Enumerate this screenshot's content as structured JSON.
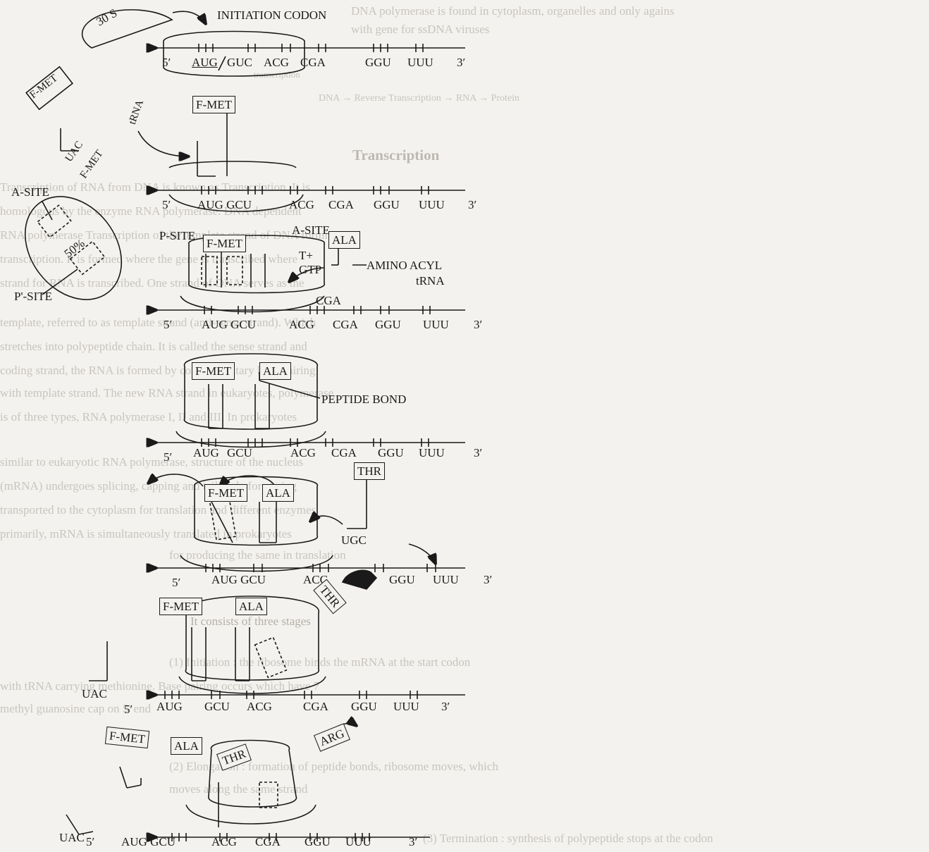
{
  "background_text": {
    "lines": [
      "DNA polymerase is found in cytoplasm, organelles and only agains",
      "with gene for ssDNA viruses",
      "transcription",
      "DNA → Reverse Transcription → RNA → Protein"
    ],
    "heading": "Transcription",
    "paragraph": [
      "Transcription of RNA from DNA is known as Transcription. It is",
      "homologous by the enzyme RNA polymerase. DNA dependent",
      "RNA polymerase Transcription of the template strand of DNA forming",
      "transcription. It is formed where the gene is transcribed where",
      "strand for RNA is transcribed. One strand of DNA serves as the",
      "template, referred to as template strand (anti-sense strand). Which",
      "stretches into polypeptide chain. It is called the sense strand and",
      "coding strand, the RNA is formed by complementary base pairing",
      "with template strand. The new RNA strand in eukaryotes, polymerase",
      "is of three types, RNA polymerase I, II and III. In prokaryotes",
      "similar to eukaryotic RNA polymerase, structure of the nucleus",
      "(mRNA) undergoes splicing, capping and tailing before being",
      "transported to the cytoplasm for translation and different enzymes",
      "primarily, mRNA is simultaneously translated in prokaryotes",
      "for producing the same in translation"
    ],
    "items": [
      "It consists of three stages",
      "(1) Initiation : the ribosome binds the mRNA at the start codon",
      "with tRNA carrying methionine. Base pairing occurs which have 7",
      "methyl guanosine cap on 5' end",
      "(2) Elongation : formation of peptide bonds, ribosome moves, which",
      "moves along the same strand",
      "(3) Termination : synthesis of polypeptide stops at the codon"
    ]
  },
  "labels": {
    "ribosome_30s": "30 S",
    "initiation_codon": "INITIATION  CODON",
    "fmet_free": "F-MET",
    "uac": "UAC",
    "fmet_italic": "F-MET",
    "trna": "tRNA",
    "a_site": "A-SITE",
    "p_site": "P-SITE",
    "p_prime_site": "P'-SITE",
    "fifty_percent": "50%",
    "t_plus": "T+",
    "gtp": "GTP",
    "amino_acyl": "AMINO ACYL",
    "trna2": "tRNA",
    "cga": "CGA",
    "peptide_bond": "PEPTIDE BOND",
    "ugc": "UGC"
  },
  "amino_acids": {
    "fmet": "F-MET",
    "ala": "ALA",
    "thr": "THR",
    "arg": "ARG"
  },
  "mrna": {
    "five_prime": "5′",
    "three_prime": "3′",
    "s1": [
      "AUG",
      "GUC",
      "ACG",
      "CGA",
      "GGU",
      "UUU"
    ],
    "s2": [
      "AUG GCU",
      "ACG",
      "CGA",
      "GGU",
      "UUU"
    ],
    "s3": [
      "AUG GCU",
      "ACG",
      "CGA",
      "GGU",
      "UUU"
    ],
    "s4": [
      "AUG",
      "GCU",
      "ACG",
      "CGA",
      "GGU",
      "UUU"
    ],
    "s5": [
      "AUG GCU",
      "ACG",
      "CGA",
      "GGU",
      "UUU"
    ]
  }
}
